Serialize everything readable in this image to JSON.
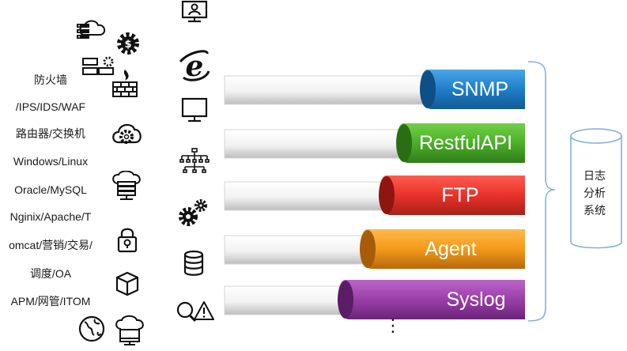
{
  "sources": {
    "lines": [
      "防火墙",
      "/IPS/IDS/WAF",
      "路由器/交换机",
      "Windows/Linux",
      "Oracle/MySQL",
      "Nginix/Apache/T",
      "omcat/营销/交易/",
      "调度/OA",
      "APM/网管/ITOM"
    ]
  },
  "pipes": [
    {
      "label": "SNMP",
      "color": "#1e7ec8",
      "dark": "#0f4f86"
    },
    {
      "label": "RestfulAPI",
      "color": "#4caf2a",
      "dark": "#2a6e14"
    },
    {
      "label": "FTP",
      "color": "#e8332a",
      "dark": "#9c1712"
    },
    {
      "label": "Agent",
      "color": "#f39a1a",
      "dark": "#b2640a"
    },
    {
      "label": "Syslog",
      "color": "#9a3fa8",
      "dark": "#5e1f6a"
    }
  ],
  "more": "⋮",
  "destination": {
    "lines": [
      "日志",
      "分析",
      "系统"
    ]
  },
  "icons": [
    "cloud-server-icon",
    "gear-dollar-icon",
    "server-rack-gear-icon",
    "firewall-icon",
    "cloud-gear-icon",
    "cloud-database-icon",
    "lock-icon",
    "box-icon",
    "globe-icon",
    "cloud-computer-icon",
    "user-monitor-icon",
    "ie-browser-icon",
    "monitor-icon",
    "network-tree-icon",
    "gears-icon",
    "database-icon",
    "search-warning-icon"
  ]
}
